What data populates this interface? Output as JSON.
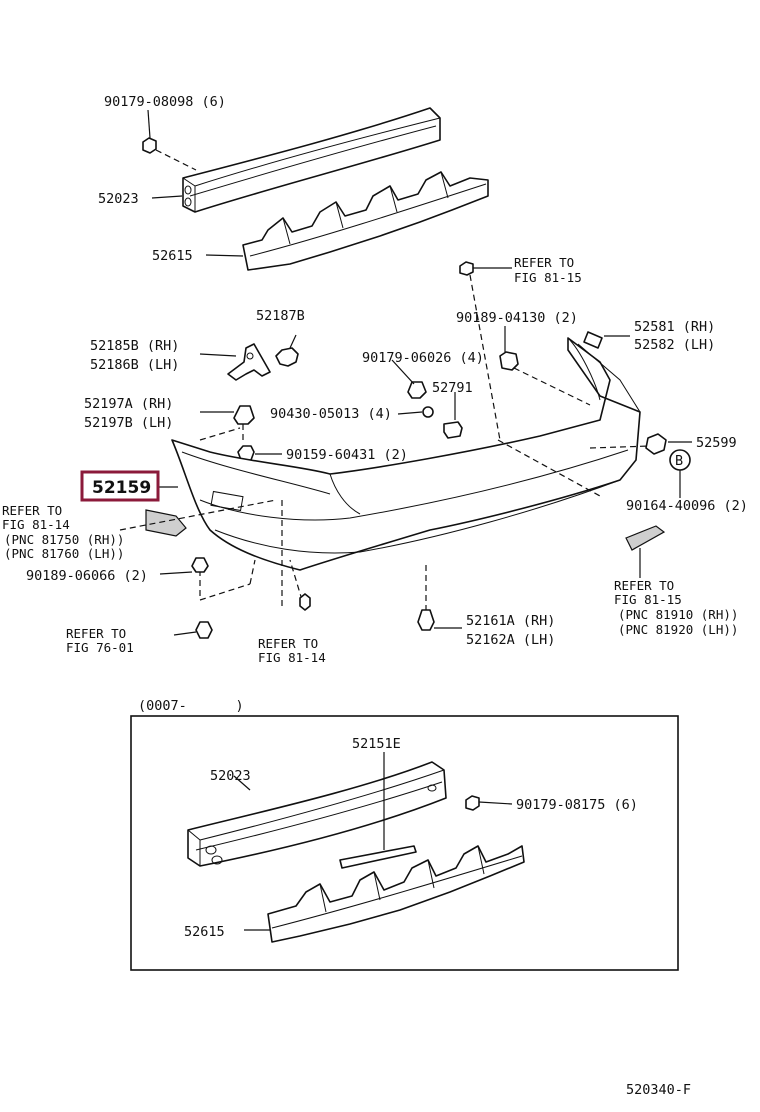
{
  "labels": {
    "p_90179_08098": "90179-08098 (6)",
    "p_52023_top": "52023",
    "p_52615_top": "52615",
    "refer_fig_81_15_top_1": "REFER TO",
    "refer_fig_81_15_top_2": "FIG 81-15",
    "p_90189_04130": "90189-04130 (2)",
    "p_52581": "52581 (RH)",
    "p_52582": "52582 (LH)",
    "p_52187b": "52187B",
    "p_52185b": "52185B (RH)",
    "p_52186b": "52186B (LH)",
    "p_90179_06026": "90179-06026 (4)",
    "p_52791": "52791",
    "p_52197a": "52197A (RH)",
    "p_52197b": "52197B (LH)",
    "p_90430_05013": "90430-05013 (4)",
    "p_52599": "52599",
    "p_90159_60431": "90159-60431 (2)",
    "callout_b": "B",
    "p_52159": "52159",
    "p_90164_40096": "90164-40096 (2)",
    "refer_81_14_left_1": "REFER TO",
    "refer_81_14_left_2": "FIG 81-14",
    "refer_81_14_left_3": "(PNC 81750 (RH))",
    "refer_81_14_left_4": "(PNC 81760 (LH))",
    "p_90189_06066": "90189-06066 (2)",
    "refer_81_15_right_1": "REFER TO",
    "refer_81_15_right_2": "FIG 81-15",
    "refer_81_15_right_3": "(PNC 81910 (RH))",
    "refer_81_15_right_4": "(PNC 81920 (LH))",
    "refer_76_01_1": "REFER TO",
    "refer_76_01_2": "FIG 76-01",
    "refer_81_14_bottom_1": "REFER TO",
    "refer_81_14_bottom_2": "FIG 81-14",
    "p_52161a": "52161A (RH)",
    "p_52162a": "52162A (LH)",
    "inset_date": "(0007-      )",
    "p_52151e": "52151E",
    "p_52023_inset": "52023",
    "p_90179_08175": "90179-08175 (6)",
    "p_52615_inset": "52615",
    "diagram_id": "520340-F"
  },
  "colors": {
    "highlight_box": "#8b1a3a",
    "line": "#111111",
    "background": "#ffffff"
  }
}
